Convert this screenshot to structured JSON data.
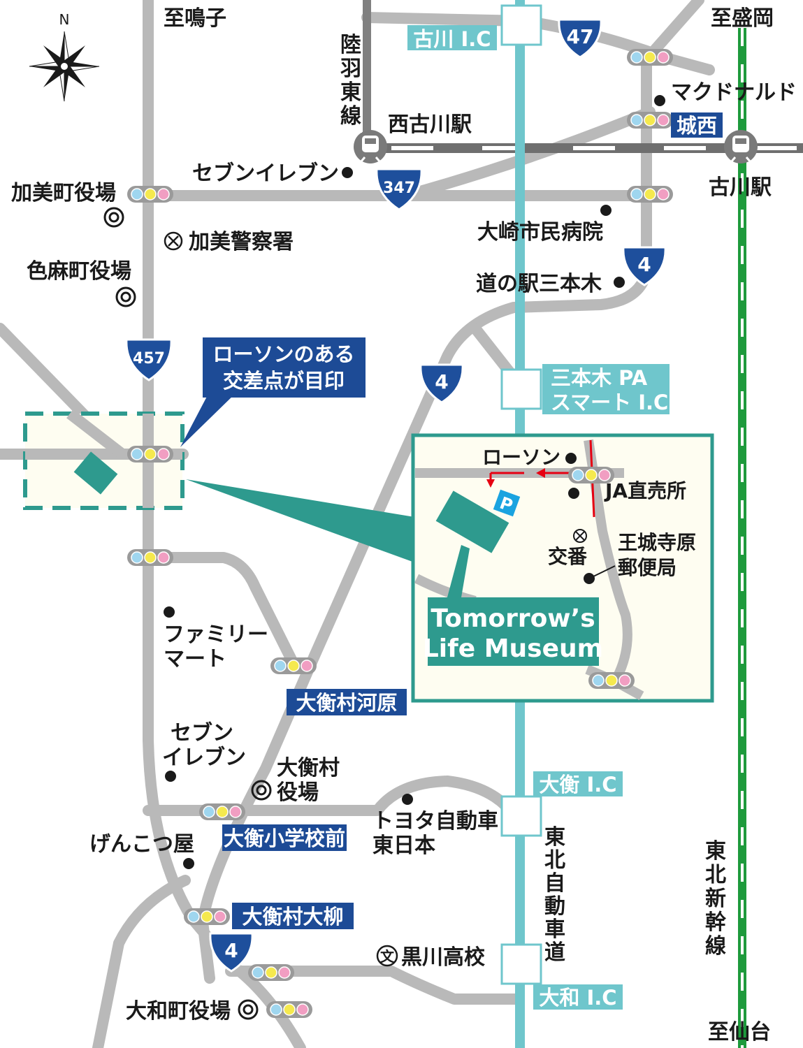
{
  "directions": {
    "naruko": "至鳴子",
    "morioka": "至盛岡",
    "sendai": "至仙台"
  },
  "compass": {
    "north": "N"
  },
  "lines": {
    "rikuu_east": "陸羽東線",
    "tohoku_expressway": "東北自動車道",
    "tohoku_shinkansen": "東北新幹線"
  },
  "routes": {
    "r47": "47",
    "r347": "347",
    "r4": "4",
    "r457": "457"
  },
  "interchanges": {
    "furukawa": "古川 I.C",
    "sanbongi_pa_1": "三本木 PA",
    "sanbongi_pa_2": "スマート I.C",
    "ohira": "大衡 I.C",
    "taiwa": "大和 I.C"
  },
  "stations": {
    "nishi_furukawa": "西古川駅",
    "furukawa": "古川駅"
  },
  "intersections": {
    "josai": "城西",
    "ohira_kawara": "大衡村河原",
    "ohira_school": "大衡小学校前",
    "ohira_oyanagi": "大衡村大柳"
  },
  "places": {
    "mcdonalds": "マクドナルド",
    "seven_eleven_1": "セブンイレブン",
    "kami_town_office": "加美町役場",
    "kami_police": "加美警察署",
    "shikama_town_office": "色麻町役場",
    "osaki_hospital": "大崎市民病院",
    "michinoeki": "道の駅三本木",
    "familymart_1": "ファミリー",
    "familymart_2": "マート",
    "seven_eleven_2a": "セブン",
    "seven_eleven_2b": "イレブン",
    "ohira_office_1": "大衡村",
    "ohira_office_2": "役場",
    "genkotsuya": "げんこつ屋",
    "toyota_1": "トヨタ自動車",
    "toyota_2": "東日本",
    "kurokawa_hs": "黒川高校",
    "school_symbol": "文",
    "taiwa_town_office": "大和町役場"
  },
  "callout": {
    "line1": "ローソンのある",
    "line2": "交差点が目印"
  },
  "inset": {
    "lawson": "ローソン",
    "ja": "JA直売所",
    "koban": "交番",
    "post_1": "王城寺原",
    "post_2": "郵便局",
    "parking": "P",
    "museum_1": "Tomorrow’s",
    "museum_2": "Life Museum"
  },
  "colors": {
    "road": "#b9b9b9",
    "expressway": "#6fc6cc",
    "shinkansen": "#1e9a3c",
    "route_shield": "#1e4f9c",
    "highlight": "#2e9a8e",
    "inset_bg": "#fefdf1",
    "signal_blue": "#9fd6ef",
    "signal_yellow": "#f5e94e",
    "signal_pink": "#f19ec2",
    "arrow_red": "#e60012",
    "parking_blue": "#1aa3e0",
    "label_navy": "#1d4b96"
  }
}
